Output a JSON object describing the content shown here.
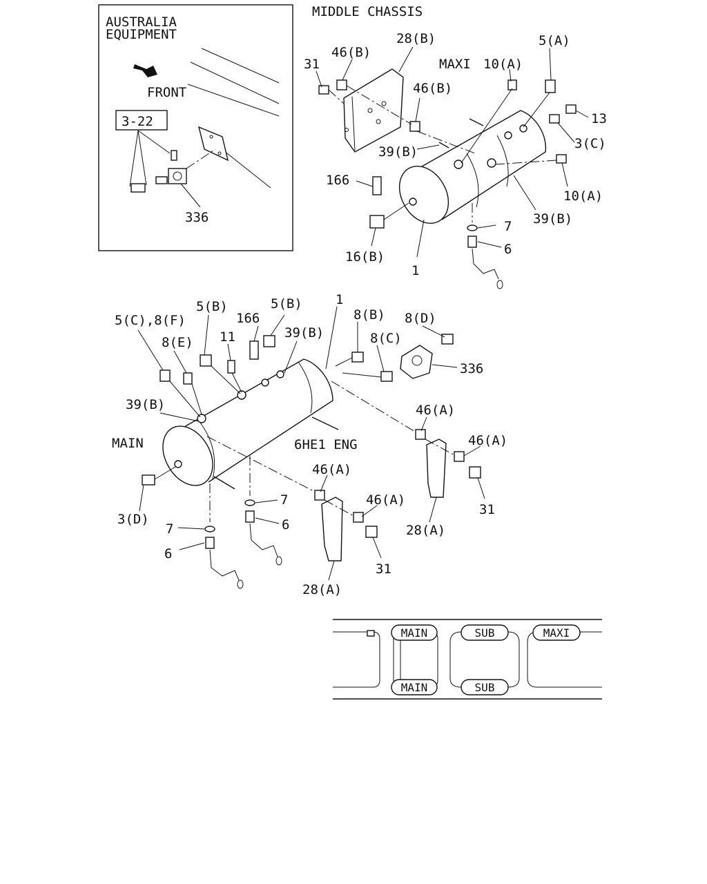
{
  "inset": {
    "title_line1": "AUSTRALIA",
    "title_line2": "EQUIPMENT",
    "front_label": "FRONT",
    "ref_box": "3-22",
    "part_336": "336"
  },
  "top": {
    "section_title": "MIDDLE CHASSIS",
    "maxi_label": "MAXI",
    "labels": {
      "p31": "31",
      "p46b_1": "46(B)",
      "p28b": "28(B)",
      "p10a_1": "10(A)",
      "p5a": "5(A)",
      "p46b_2": "46(B)",
      "p13": "13",
      "p3c": "3(C)",
      "p39b_1": "39(B)",
      "p166": "166",
      "p10a_2": "10(A)",
      "p39b_2": "39(B)",
      "p7": "7",
      "p6": "6",
      "p16b": "16(B)",
      "p1": "1"
    }
  },
  "bottom": {
    "main_label": "MAIN",
    "engine_label": "6HE1 ENG",
    "labels": {
      "p5c8f": "5(C),8(F)",
      "p5b_1": "5(B)",
      "p166": "166",
      "p5b_2": "5(B)",
      "p1": "1",
      "p8b": "8(B)",
      "p8d": "8(D)",
      "p8e": "8(E)",
      "p11": "11",
      "p39b_top": "39(B)",
      "p8c": "8(C)",
      "p336": "336",
      "p39b_left": "39(B)",
      "p46a_1": "46(A)",
      "p46a_2": "46(A)",
      "p46a_3": "46(A)",
      "p46a_4": "46(A)",
      "p3d": "3(D)",
      "p7_1": "7",
      "p7_2": "7",
      "p6_1": "6",
      "p6_2": "6",
      "p31_1": "31",
      "p31_2": "31",
      "p28a_1": "28(A)",
      "p28a_2": "28(A)"
    }
  },
  "legend": {
    "main_top": "MAIN",
    "main_bottom": "MAIN",
    "sub_top": "SUB",
    "sub_bottom": "SUB",
    "maxi": "MAXI"
  }
}
